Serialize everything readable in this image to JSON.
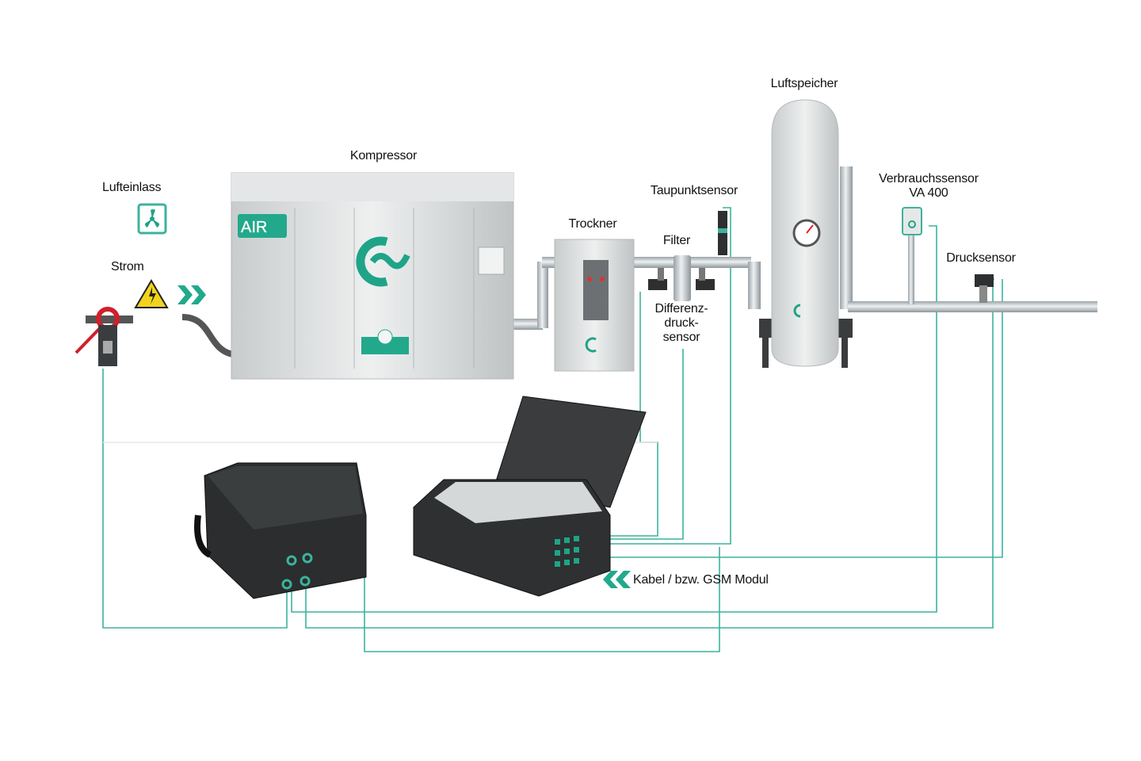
{
  "labels": {
    "lufteinlass": "Lufteinlass",
    "kompressor": "Kompressor",
    "strom": "Strom",
    "trockner": "Trockner",
    "taupunktsensor": "Taupunktsensor",
    "filter": "Filter",
    "differenzdruck_1": "Differenz-",
    "differenzdruck_2": "druck-",
    "differenzdruck_3": "sensor",
    "luftspeicher": "Luftspeicher",
    "verbrauchssensor_1": "Verbrauchssensor",
    "verbrauchssensor_2": "VA 400",
    "drucksensor": "Drucksensor",
    "kabel": "Kabel / bzw. GSM Modul"
  },
  "logos": {
    "compressor_brand": "AIR"
  },
  "colors": {
    "cable": "#3bb39c",
    "accent": "#1fa488",
    "equipment": "#d9dcdd",
    "case": "#2a2c2c"
  },
  "icons": [
    "fan-icon",
    "warning-electric-icon",
    "double-chevron-right-icon",
    "double-chevron-left-icon",
    "current-clamp-icon",
    "pressure-gauge-icon"
  ]
}
